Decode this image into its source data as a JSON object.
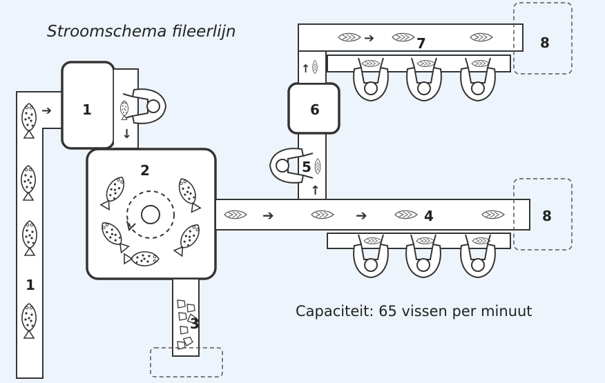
{
  "title": "Stroomschema fileerlijn",
  "capacity": "Capaciteit: 65 vissen per minuut",
  "labels": {
    "infeed_belt": "1",
    "infeed_box": "1",
    "turntable": "2",
    "skins_chute": "3",
    "fillet_belt": "4",
    "transfer": "5",
    "buffer": "6",
    "upper_belt": "7",
    "output_upper": "8",
    "output_lower": "8"
  },
  "arrows": {
    "right": "➔",
    "down": "↓",
    "up": "↑"
  },
  "colors": {
    "background": "#eef4fb",
    "line": "#333333",
    "fill": "#ffffff"
  }
}
